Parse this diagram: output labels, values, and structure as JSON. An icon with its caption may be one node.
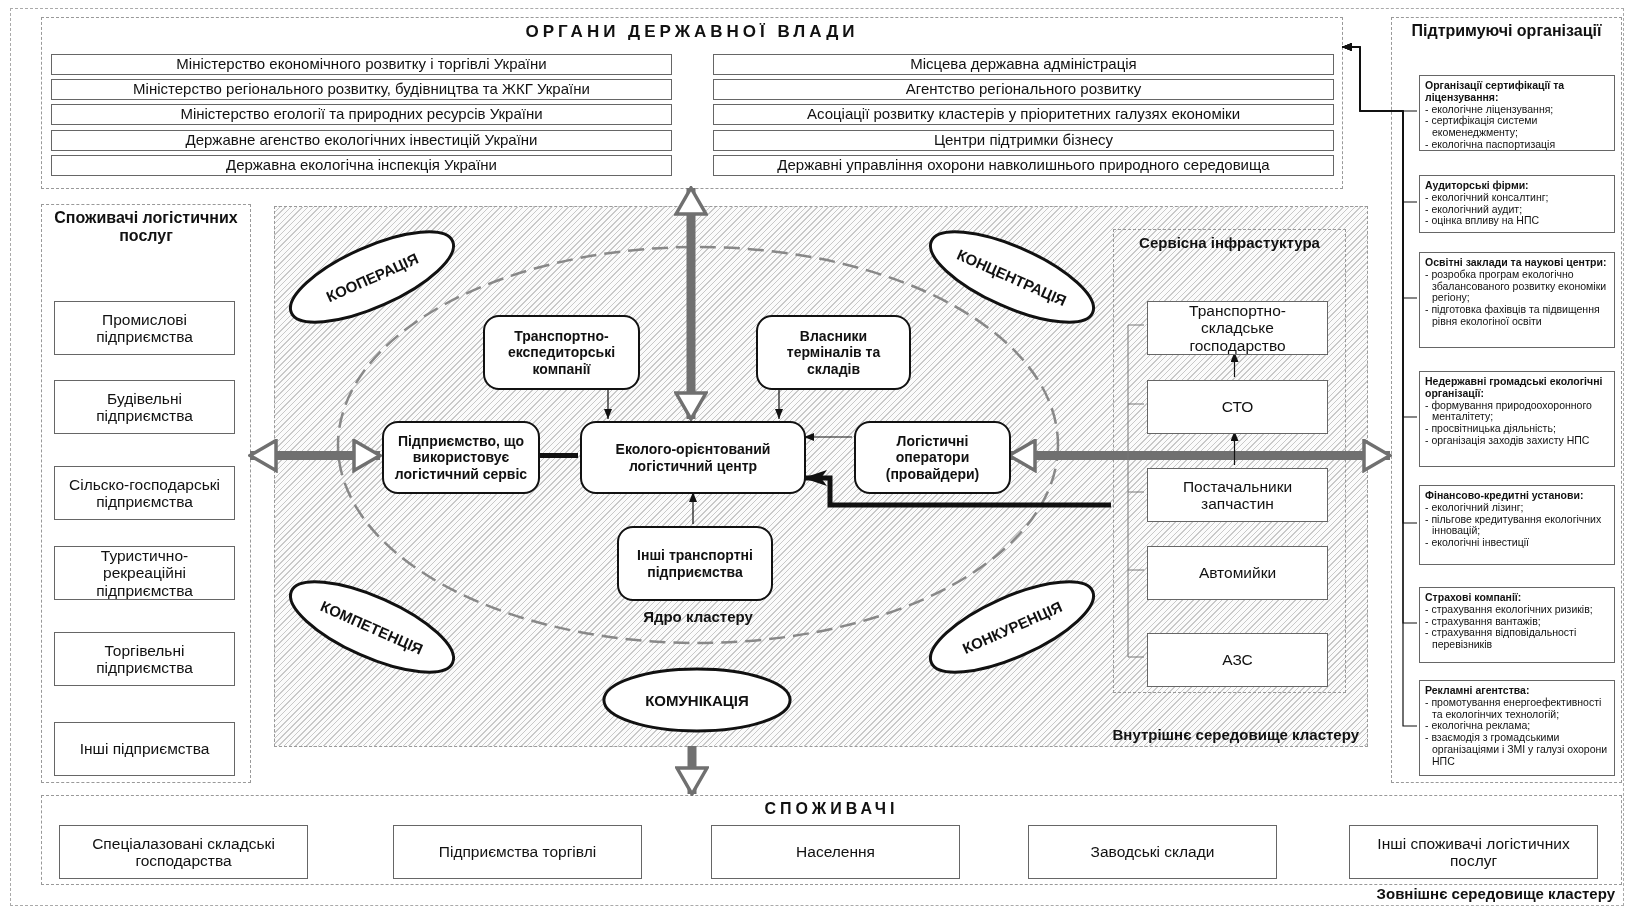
{
  "diagram": {
    "nodes": [
      {
        "text": [
          "Зовнішнє середовище кластеру"
        ]
      },
      {
        "text": [
          "ОРГАНИ ДЕРЖАВНОЇ ВЛАДИ"
        ],
        "in": 0
      },
      {
        "text": [
          "Міністерство економічного розвитку і торгівлі України"
        ],
        "in": 1
      },
      {
        "text": [
          "Міністерство регіонального розвитку, будівництва та ЖКГ України"
        ],
        "in": 1
      },
      {
        "text": [
          "Міністерство егології та природних ресурсів України"
        ],
        "in": 1
      },
      {
        "text": [
          "Державне агенство екологічних інвестицій України"
        ],
        "in": 1
      },
      {
        "text": [
          "Державна екологічна інспекція України"
        ],
        "in": 1
      },
      {
        "text": [
          "Місцева державна адміністрація"
        ],
        "in": 1
      },
      {
        "text": [
          "Агентство регіонального розвитку"
        ],
        "in": 1
      },
      {
        "text": [
          "Асоціації розвитку кластерів у пріоритетних галузях економіки"
        ],
        "in": 1
      },
      {
        "text": [
          "Центри підтримки бізнесу"
        ],
        "in": 1
      },
      {
        "text": [
          "Державні управління охорони навколишнього природного середовища"
        ],
        "in": 1
      },
      {
        "text": [
          "Споживачі логістичних послуг"
        ],
        "in": 0
      },
      {
        "text": [
          "Промислові підприємства"
        ],
        "in": 12
      },
      {
        "text": [
          "Будівельні підприємства"
        ],
        "in": 12
      },
      {
        "text": [
          "Сільско-господарські підприємства"
        ],
        "in": 12
      },
      {
        "text": [
          "Туристично-рекреаційні підприємства"
        ],
        "in": 12
      },
      {
        "text": [
          "Торгівельні підприємства"
        ],
        "in": 12
      },
      {
        "text": [
          "Інші підприємства"
        ],
        "in": 12
      },
      {
        "text": [
          "Внутрішнє середовище кластеру"
        ],
        "in": 0
      },
      {
        "text": [
          "КООПЕРАЦІЯ"
        ],
        "in": 19
      },
      {
        "text": [
          "КОНЦЕНТРАЦІЯ"
        ],
        "in": 19
      },
      {
        "text": [
          "КОМПЕТЕНЦІЯ"
        ],
        "in": 19
      },
      {
        "text": [
          "КОНКУРЕНЦІЯ"
        ],
        "in": 19
      },
      {
        "text": [
          "КОМУНІКАЦІЯ"
        ],
        "in": 19
      },
      {
        "text": [
          "Ядро кластеру"
        ],
        "in": 19
      },
      {
        "text": [
          "Транспортно-експедиторські компанії"
        ],
        "in": 25
      },
      {
        "text": [
          "Власники терміналів та складів"
        ],
        "in": 25
      },
      {
        "text": [
          "Підприємство, що використовує логістичний сервіс"
        ],
        "in": 25
      },
      {
        "text": [
          "Еколого-орієнтований логістичний центр"
        ],
        "in": 25
      },
      {
        "text": [
          "Логістичні оператори (провайдери)"
        ],
        "in": 25
      },
      {
        "text": [
          "Інші транспортні підприємства"
        ],
        "in": 25
      },
      {
        "text": [
          "Сервісна інфрастуктура"
        ],
        "in": 19
      },
      {
        "text": [
          "Транспортно-складське господарство"
        ],
        "in": 32
      },
      {
        "text": [
          "СТО"
        ],
        "in": 32
      },
      {
        "text": [
          "Постачальники запчастин"
        ],
        "in": 32
      },
      {
        "text": [
          "Автомийки"
        ],
        "in": 32
      },
      {
        "text": [
          "АЗС"
        ],
        "in": 32
      },
      {
        "text": [
          "Підтримуючі організації"
        ],
        "in": 0
      },
      {
        "text": [
          "Організації сертифікації та ліцензування:",
          "- екологічне ліцензування;",
          "- сертифікація системи екоменеджменту;",
          "- екологічна паспортизація"
        ],
        "in": 38
      },
      {
        "text": [
          "Аудиторські фірми:",
          "- екологічний консалтинг;",
          "- екологічний аудит;",
          "- оцінка впливу на НПС"
        ],
        "in": 38
      },
      {
        "text": [
          "Освітні заклади та наукові центри:",
          "- розробка програм екологічно збалансованого розвитку економіки регіону;",
          "- підготовка фахівців та підвищення рівня екологіної освіти"
        ],
        "in": 38
      },
      {
        "text": [
          "Недержавні громадські екологічні організації:",
          "- формування природоохоронного менталітету;",
          "- просвітницька діяльність;",
          "- організація заходів захисту НПС"
        ],
        "in": 38
      },
      {
        "text": [
          "Фінансово-кредитні установи:",
          "- екологічний лізинг;",
          "- пільгове кредитування екологічних інновацій;",
          "- екологічні інвестиції"
        ],
        "in": 38
      },
      {
        "text": [
          "Страхові компанії:",
          "- страхування екологічних ризиків;",
          "- страхування вантажів;",
          "- страхування відповідальності перевізників"
        ],
        "in": 38
      },
      {
        "text": [
          "Рекламні агентства:",
          "- промотування енергоефективності та екологінчих технологій;",
          "- екологічна реклама;",
          "- взаємодія з громадськими організаціями і ЗМІ у галузі охорони НПС"
        ],
        "in": 38
      },
      {
        "text": [
          "СПОЖИВАЧІ"
        ],
        "in": 0
      },
      {
        "text": [
          "Спеціалазовані складські господарства"
        ],
        "in": 46
      },
      {
        "text": [
          "Підприємства торгівлі"
        ],
        "in": 46
      },
      {
        "text": [
          "Населення"
        ],
        "in": 46
      },
      {
        "text": [
          "Заводські склади"
        ],
        "in": 46
      },
      {
        "text": [
          "Інші споживачі логістичних послуг"
        ],
        "in": 46
      }
    ],
    "edges": [
      {
        "from": 29,
        "to": 1,
        "arrow": "both",
        "style": "thick",
        "color": "#707070"
      },
      {
        "from": 12,
        "to": 28,
        "arrow": "both",
        "style": "thick",
        "color": "#707070"
      },
      {
        "from": 30,
        "to": 38,
        "arrow": "both",
        "style": "thick",
        "color": "#707070"
      },
      {
        "from": 19,
        "to": 46,
        "arrow": "to",
        "style": "thick",
        "color": "#707070"
      },
      {
        "from": 26,
        "to": 29,
        "arrow": "to"
      },
      {
        "from": 27,
        "to": 29,
        "arrow": "to"
      },
      {
        "from": 31,
        "to": 29,
        "arrow": "to"
      },
      {
        "from": 28,
        "to": 29,
        "arrow": "none",
        "style": "thick"
      },
      {
        "from": 30,
        "to": 29,
        "arrow": "to"
      },
      {
        "from": 32,
        "to": 29,
        "arrow": "to",
        "style": "thick"
      },
      {
        "from": 34,
        "to": 33,
        "arrow": "to"
      },
      {
        "from": 35,
        "to": 34,
        "arrow": "to"
      },
      {
        "from": 39,
        "to": 1,
        "arrow": "to"
      },
      {
        "from": 40,
        "to": 1,
        "arrow": "to"
      },
      {
        "from": 41,
        "to": 1,
        "arrow": "to"
      },
      {
        "from": 42,
        "to": 1,
        "arrow": "to"
      },
      {
        "from": 43,
        "to": 1,
        "arrow": "to"
      },
      {
        "from": 44,
        "to": 1,
        "arrow": "to"
      },
      {
        "from": 45,
        "to": 1,
        "arrow": "to"
      }
    ]
  }
}
